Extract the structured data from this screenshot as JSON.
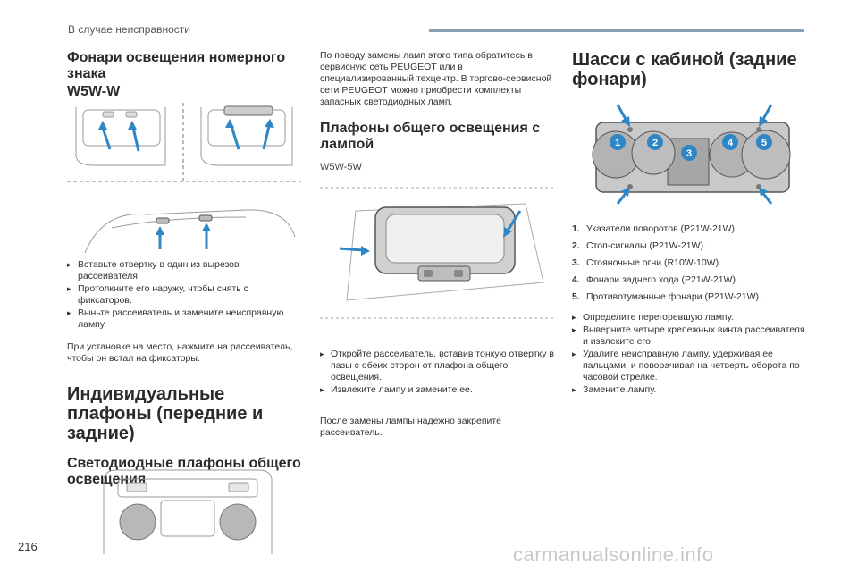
{
  "header": {
    "section": "В случае неисправности"
  },
  "col1": {
    "plate_title": "Фонари освещения номерного знака",
    "plate_bulb": "W5W-W",
    "plate_steps": [
      "Вставьте отвертку в один из вырезов рассеивателя.",
      "Протолкните его наружу, чтобы снять с фиксаторов.",
      "Выньте рассеиватель и замените неисправную лампу."
    ],
    "plate_note": "При установке на место, нажмите на рассеиватель, чтобы он встал на фиксаторы.",
    "individual_title": "Индивидуальные плафоны (передние и задние)",
    "led_title": "Светодиодные плафоны общего освещения"
  },
  "col2": {
    "service_note": "По поводу замены ламп этого типа обратитесь в сервисную сеть PEUGEOT или в специализированный техцентр. В торгово-сервисной сети PEUGEOT можно приобрести комплекты запасных светодиодных ламп.",
    "lamp_title": "Плафоны общего освещения с лампой",
    "lamp_bulb": "W5W-5W",
    "lamp_steps": [
      "Откройте рассеиватель, вставив тонкую отвертку в пазы с обеих сторон от плафона общего освещения.",
      "Извлеките лампу и замените ее."
    ],
    "lamp_note": "После замены лампы надежно закрепите рассеиватель."
  },
  "col3": {
    "chassis_title": "Шасси с кабиной (задние фонари)",
    "items": [
      {
        "num": "1.",
        "text": "Указатели поворотов (P21W-21W)."
      },
      {
        "num": "2.",
        "text": "Стоп-сигналы (P21W-21W)."
      },
      {
        "num": "3.",
        "text": "Стояночные огни (R10W-10W)."
      },
      {
        "num": "4.",
        "text": "Фонари заднего хода (P21W-21W)."
      },
      {
        "num": "5.",
        "text": "Противотуманные фонари (P21W-21W)."
      }
    ],
    "steps": [
      "Определите перегоревшую лампу.",
      "Выверните четыре крепежных винта рассеивателя и извлеките его.",
      "Удалите неисправную лампу, удерживая ее пальцами, и поворачивая на четверть оборота по часовой стрелке.",
      "Замените лампу."
    ],
    "lamp_labels": [
      "1",
      "2",
      "3",
      "4",
      "5"
    ]
  },
  "footer": {
    "page": "216",
    "watermark": "carmanualsonline.info"
  },
  "icons": {
    "bullet": "bullet-mark-icon"
  },
  "colors": {
    "accent_blue": "#2f86c6",
    "bar": "#8aa0b4"
  }
}
